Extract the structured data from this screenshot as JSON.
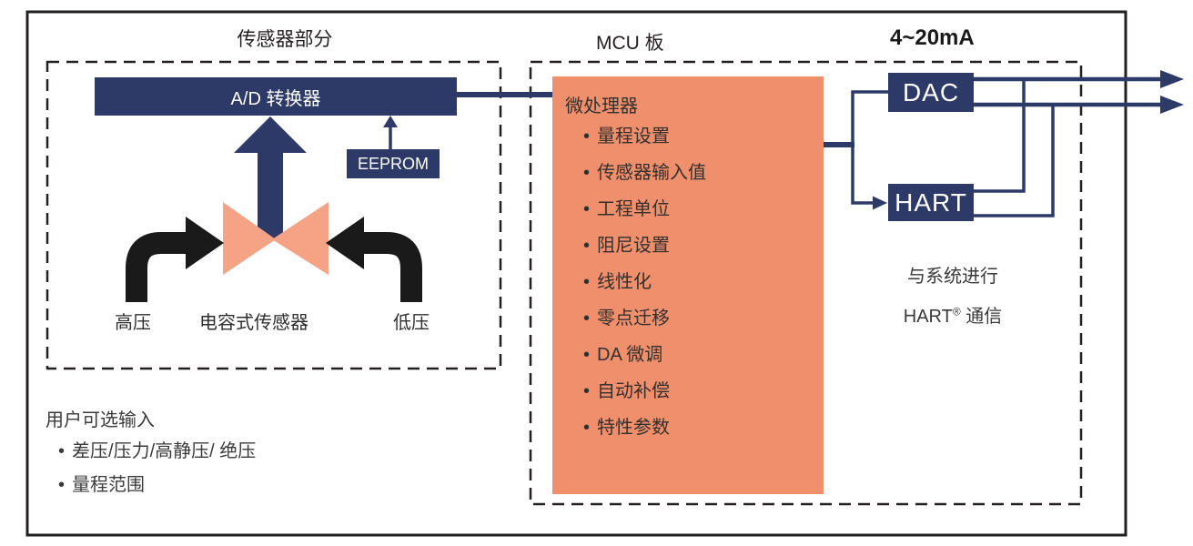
{
  "colors": {
    "navy": "#2d3a68",
    "salmon_box": "#f08f6c",
    "salmon_bowtie": "#f5a285",
    "arrow_black": "#1a1a1a",
    "ink": "#231f20"
  },
  "sensor_section": {
    "title": "传感器部分",
    "adc_label": "A/D 转换器",
    "eeprom_label": "EEPROM",
    "high_pressure_label": "高压",
    "sensor_label": "电容式传感器",
    "low_pressure_label": "低压"
  },
  "mcu_section": {
    "title": "MCU 板",
    "processor_title": "微处理器",
    "features": [
      "量程设置",
      "传感器输入值",
      "工程单位",
      "阻尼设置",
      "线性化",
      "零点迁移",
      "DA 微调",
      "自动补偿",
      "特性参数"
    ]
  },
  "output_section": {
    "title": "4~20mA",
    "dac_label": "DAC",
    "hart_label": "HART",
    "note_line1": "与系统进行",
    "note_hart": "HART",
    "note_reg_mark": "®",
    "note_suffix": " 通信"
  },
  "user_input": {
    "title": "用户可选输入",
    "items": [
      "差压/压力/高静压/ 绝压",
      "量程范围"
    ]
  }
}
